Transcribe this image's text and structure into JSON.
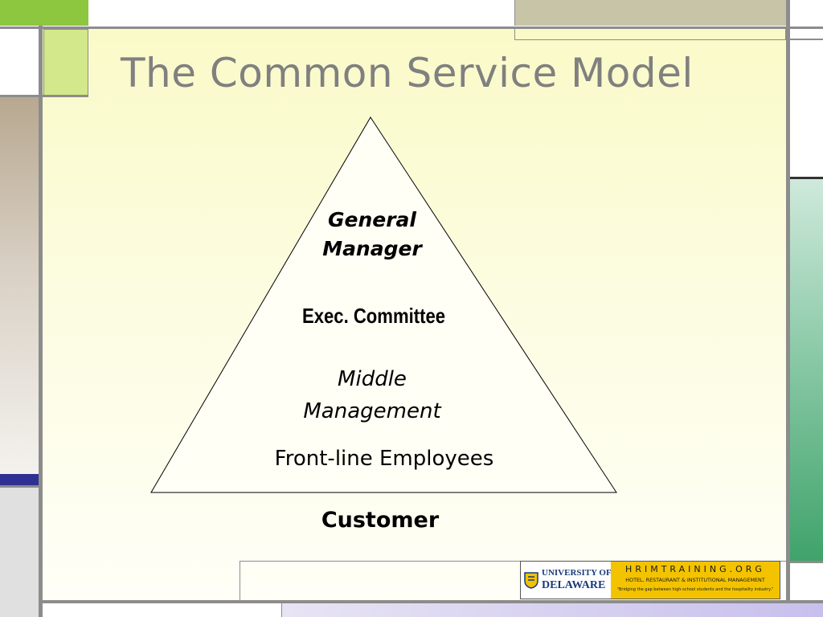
{
  "slide": {
    "title": "The Common Service Model",
    "pyramid": {
      "levels": [
        {
          "text_line1": "General",
          "text_line2": "Manager"
        },
        {
          "text": "Exec. Committee"
        },
        {
          "text_line1": "Middle",
          "text_line2": "Management"
        },
        {
          "text": "Front-line Employees"
        }
      ],
      "base_label": "Customer"
    },
    "logo": {
      "university_line1": "UNIVERSITY OF",
      "university_line2": "DELAWARE",
      "site": "HRIMTRAINING.ORG",
      "subtitle": "HOTEL, RESTAURANT & INSTITUTIONAL MANAGEMENT",
      "tagline": "\"Bridging the gap between high-school students and the hospitality industry.\""
    },
    "colors": {
      "bar_green": "#8dc63f",
      "bar_tan": "#c8c4a8",
      "bar_teal": "#3fa36a",
      "bar_navy": "#2e3192",
      "frame_gray": "#808080"
    }
  }
}
